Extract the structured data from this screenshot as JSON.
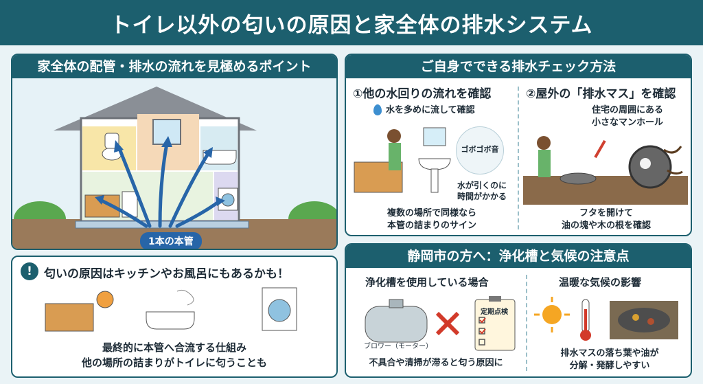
{
  "title": "トイレ以外の匂いの原因と家全体の排水システム",
  "house_panel": {
    "heading": "家全体の配管・排水の流れを見極めるポイント",
    "main_pipe_label": "1本の本管"
  },
  "smell_panel": {
    "heading": "匂いの原因はキッチンやお風呂にもあるかも！",
    "line1": "最終的に本管へ合流する仕組み",
    "line2": "他の場所の詰まりがトイレに匂うことも"
  },
  "check_panel": {
    "heading": "ご自身でできる排水チェック方法",
    "step1": {
      "title": "①他の水回りの流れを確認",
      "tip": "水を多めに流して確認",
      "sound": "ゴボゴボ音",
      "slow_line1": "水が引くのに",
      "slow_line2": "時間がかかる",
      "conclusion_line1": "複数の場所で同様なら",
      "conclusion_line2": "本管の詰まりのサイン"
    },
    "step2": {
      "title": "②屋外の「排水マス」を確認",
      "desc_line1": "住宅の周囲にある",
      "desc_line2": "小さなマンホール",
      "conclusion_line1": "フタを開けて",
      "conclusion_line2": "油の塊や木の根を確認"
    }
  },
  "shizuoka_panel": {
    "heading": "静岡市の方へ：浄化槽と気候の注意点",
    "left": {
      "title": "浄化槽を使用している場合",
      "blower_label": "ブロワー（モーター）",
      "clipboard_label": "定期点検",
      "conclusion": "不具合や清掃が滞ると匂う原因に"
    },
    "right": {
      "title": "温暖な気候の影響",
      "conclusion_line1": "排水マスの落ち葉や油が",
      "conclusion_line2": "分解・発酵しやすい"
    }
  }
}
